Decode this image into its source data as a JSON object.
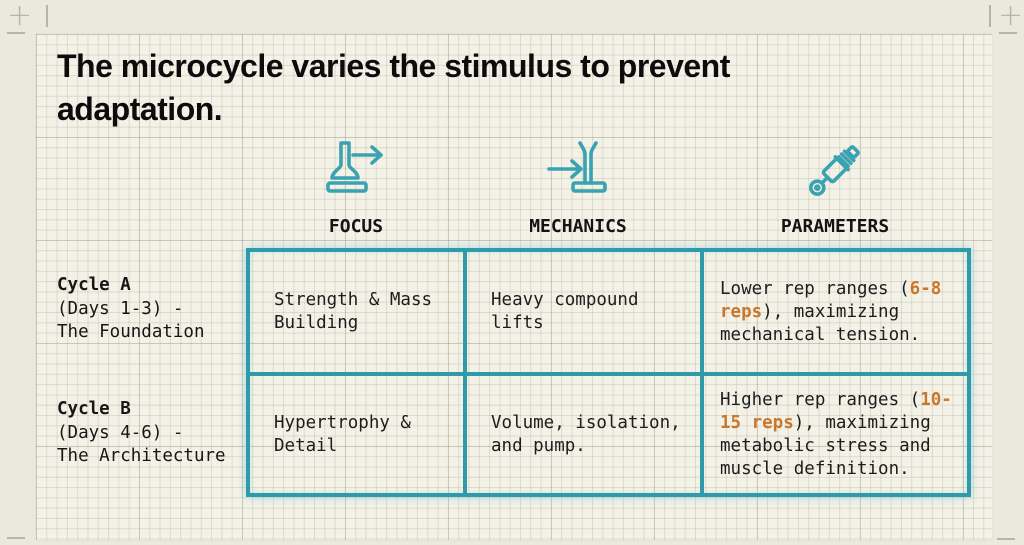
{
  "canvas": {
    "crosshair_glyph": "+"
  },
  "slide": {
    "title": "The microcycle varies the stimulus to prevent adaptation.",
    "colors": {
      "accent_teal": "#2f9aa9",
      "accent_orange": "#c9772c",
      "paper": "#f4f2e7"
    },
    "columns": [
      {
        "label": "FOCUS",
        "icon": "valve-arrow-icon"
      },
      {
        "label": "MECHANICS",
        "icon": "arrow-valve-icon"
      },
      {
        "label": "PARAMETERS",
        "icon": "shock-absorber-icon"
      }
    ],
    "rows": [
      {
        "name": "Cycle A",
        "days": "(Days 1-3) -",
        "subtitle": "The Foundation",
        "focus": "Strength & Mass Building",
        "mechanics": "Heavy compound lifts",
        "parameters": {
          "pre": "Lower rep ranges (",
          "highlight": "6-8 reps",
          "post": "), maximizing mechanical tension."
        }
      },
      {
        "name": "Cycle B",
        "days": "(Days 4-6) -",
        "subtitle": "The Architecture",
        "focus": "Hypertrophy & Detail",
        "mechanics": "Volume, isolation, and pump.",
        "parameters": {
          "pre": "Higher rep ranges (",
          "highlight": "10-15 reps",
          "post": "), maximizing metabolic stress and muscle definition."
        }
      }
    ]
  }
}
